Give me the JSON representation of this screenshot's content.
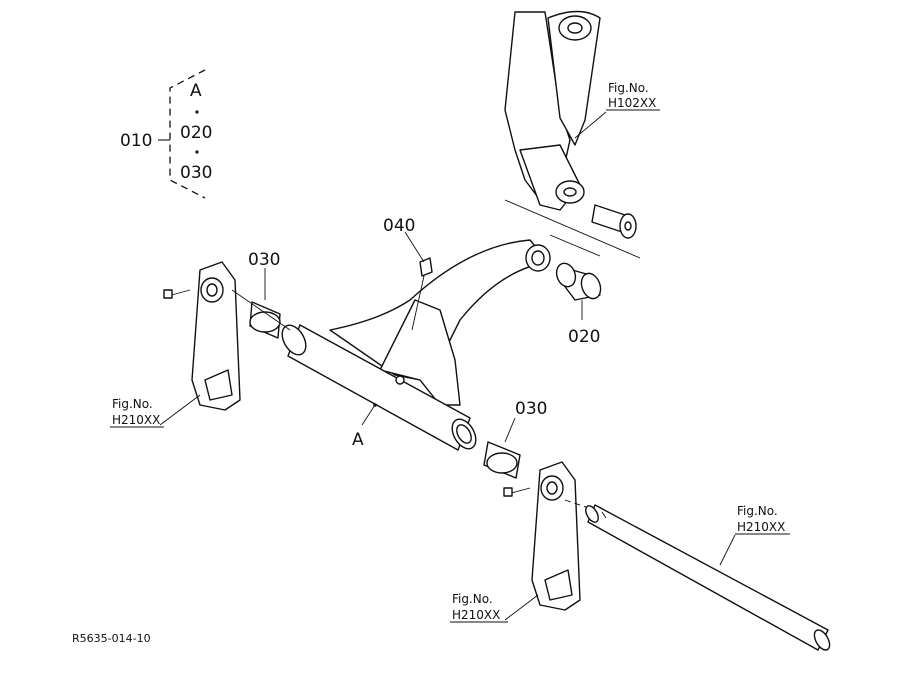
{
  "group": {
    "parent_ref": "010",
    "items": [
      "A",
      "020",
      "030"
    ]
  },
  "callouts": {
    "part_040": "040",
    "part_020": "020",
    "part_030_left": "030",
    "part_030_right": "030",
    "part_a": "A"
  },
  "fig_refs": {
    "top_right": {
      "line1": "Fig.No.",
      "line2": "H102XX"
    },
    "left": {
      "line1": "Fig.No.",
      "line2": "H210XX"
    },
    "bottom_center": {
      "line1": "Fig.No.",
      "line2": "H210XX"
    },
    "bottom_right": {
      "line1": "Fig.No.",
      "line2": "H210XX"
    }
  },
  "drawing_code": "R5635-014-10"
}
